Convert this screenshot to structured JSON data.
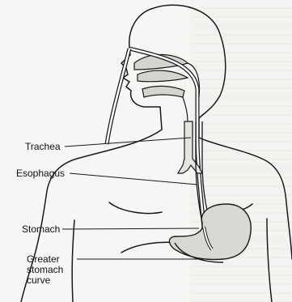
{
  "labels": {
    "trachea": "Trachea",
    "esophagus": "Esophagus",
    "stomach": "Stomach",
    "greater_line1": "Greater",
    "greater_line2": "stomach",
    "greater_line3": "curve"
  },
  "colors": {
    "line": "#1a1a1a",
    "tube": "#ffffff",
    "stomach_fill": "#d9d9d4",
    "organ_fill": "#c8c8c4",
    "paper": "#f6f6f4"
  }
}
